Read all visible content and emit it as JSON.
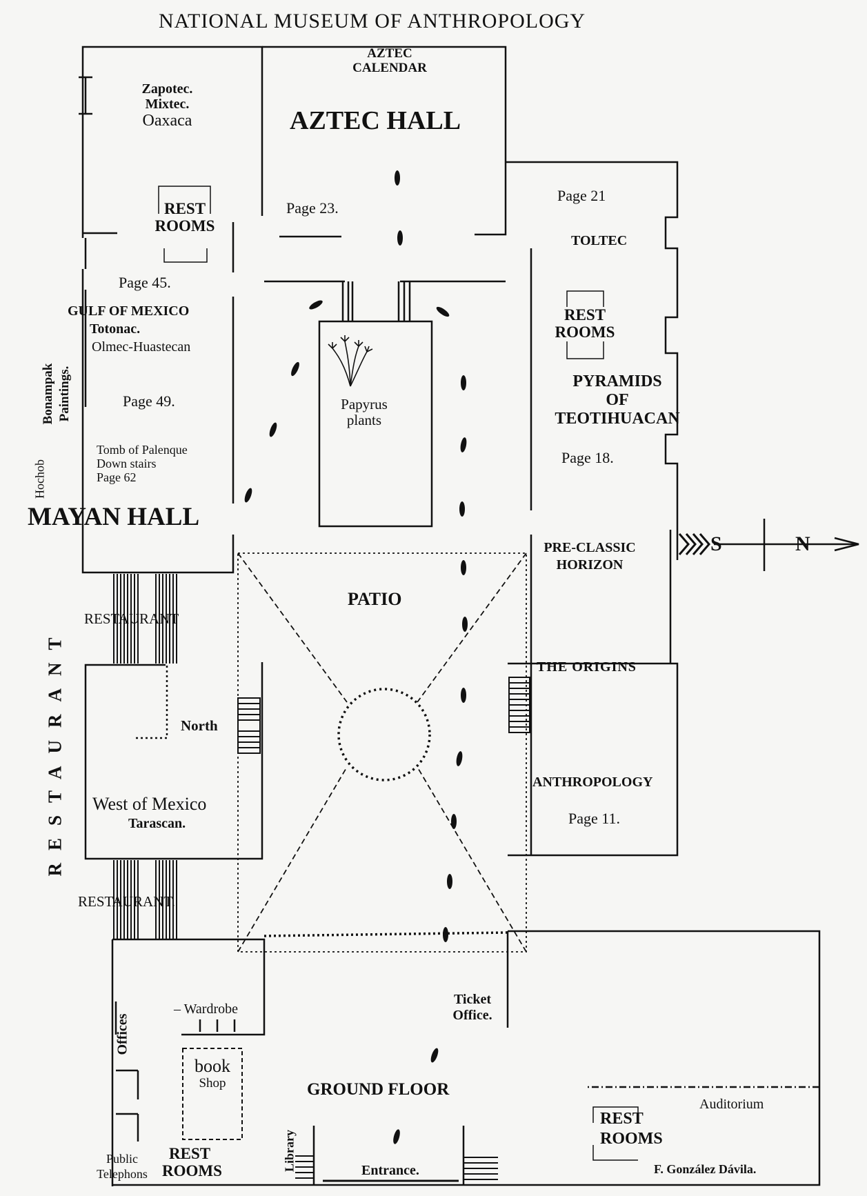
{
  "title": "NATIONAL MUSEUM OF ANTHROPOLOGY",
  "halls": {
    "aztec": {
      "subtitle_1": "AZTEC",
      "subtitle_2": "CALENDAR",
      "name": "AZTEC HALL",
      "page": "Page 23."
    },
    "zapotec": {
      "line1": "Zapotec.",
      "line2": "Mixtec.",
      "line3": "Oaxaca"
    },
    "gulf": {
      "page_top": "Page 45.",
      "name": "GULF OF MEXICO",
      "line2": "Totonac.",
      "line3": "Olmec-Huastecan",
      "page": "Page 49."
    },
    "palenque": {
      "line1": "Tomb of Palenque",
      "line2": "Down stairs",
      "line3": "Page 62"
    },
    "mayan": {
      "name": "MAYAN HALL"
    },
    "bonampak": {
      "line1": "Bonampak",
      "line2": "Paintings.",
      "hochob": "Hochob"
    },
    "toltec": {
      "page": "Page 21",
      "name": "TOLTEC"
    },
    "teotihuacan": {
      "line1": "PYRAMIDS",
      "line2": "OF",
      "line3": "TEOTIHUACAN",
      "page": "Page 18."
    },
    "preclassic": {
      "line1": "PRE-CLASSIC",
      "line2": "HORIZON"
    },
    "origins": {
      "name": "THE ORIGINS"
    },
    "anthropology": {
      "name": "ANTHROPOLOGY",
      "page": "Page 11."
    },
    "west_mexico": {
      "name": "West of Mexico",
      "sub": "Tarascan.",
      "north": "North"
    }
  },
  "rest_rooms": {
    "line1": "REST",
    "line2": "ROOMS"
  },
  "papyrus": {
    "line1": "Papyrus",
    "line2": "plants"
  },
  "patio": "PATIO",
  "restaurant": {
    "upper": "RESTAURANT",
    "lower": "RESTAURANT.",
    "vertical": "RESTAURANT"
  },
  "ground": {
    "ticket_1": "Ticket",
    "ticket_2": "Office.",
    "wardrobe": "Wardrobe",
    "offices": "Offices",
    "book_1": "book",
    "book_2": "Shop",
    "ground_floor": "GROUND FLOOR",
    "library": "Library",
    "entrance": "Entrance.",
    "telephones_1": "Public",
    "telephones_2": "Telephons",
    "auditorium": "Auditorium",
    "signature": "F. González Dávila."
  },
  "compass": {
    "south": "S",
    "north": "N"
  }
}
